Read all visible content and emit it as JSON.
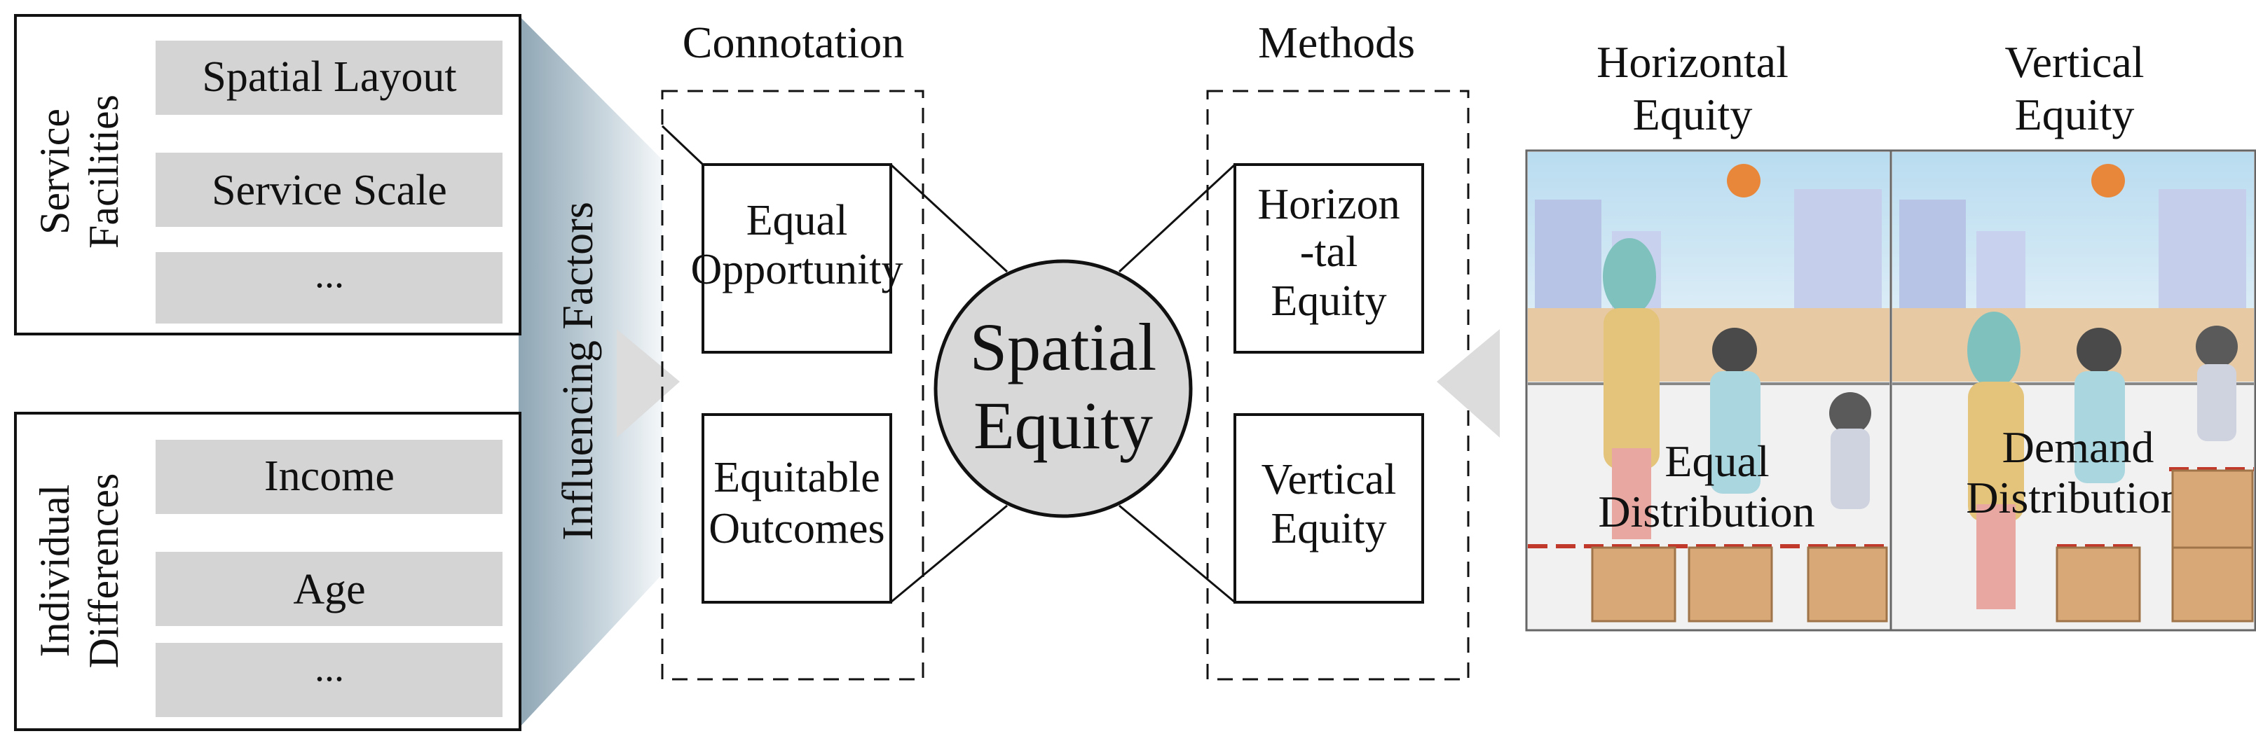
{
  "influencing_factors": {
    "label": "Influencing Factors",
    "service_facilities": {
      "title_lines": [
        "Service",
        "Facilities"
      ],
      "items": [
        "Spatial Layout",
        "Service Scale",
        "..."
      ]
    },
    "individual_differences": {
      "title_lines": [
        "Individual",
        "Differences"
      ],
      "items": [
        "Income",
        "Age",
        "..."
      ]
    }
  },
  "connotation": {
    "title": "Connotation",
    "items": [
      {
        "lines": [
          "Equal",
          "Opportunity"
        ]
      },
      {
        "lines": [
          "Equitable",
          "Outcomes"
        ]
      }
    ]
  },
  "center": {
    "lines": [
      "Spatial",
      "Equity"
    ]
  },
  "methods": {
    "title": "Methods",
    "items": [
      {
        "lines": [
          "Horizon",
          "-tal",
          "Equity"
        ]
      },
      {
        "lines": [
          "Vertical",
          "Equity"
        ]
      }
    ]
  },
  "illustration": {
    "panels": [
      {
        "title_lines": [
          "Horizontal",
          "Equity"
        ],
        "caption_lines": [
          "Equal",
          "Distribution"
        ]
      },
      {
        "title_lines": [
          "Vertical",
          "Equity"
        ],
        "caption_lines": [
          "Demand",
          "Distribution"
        ]
      }
    ]
  },
  "colors": {
    "gray_box": "#d4d4d4",
    "circle_fill": "#d8d8d8",
    "arrow_gray": "#dcdcdc",
    "funnel_dark": "#8fa6b4",
    "dashed_red": "#c0392b",
    "sky": "#cfe6f3",
    "crate": "#d9a877"
  }
}
